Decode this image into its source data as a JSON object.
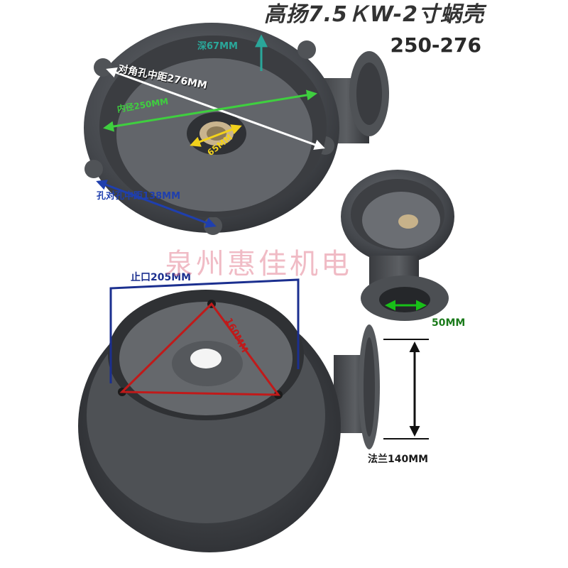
{
  "title": "高扬7.5ＫW-2寸蜗壳",
  "subtitle": "250-276",
  "labels": {
    "depth": "深67MM",
    "diagonal_hole_distance": "对角孔中距276MM",
    "inner_diameter": "内径250MM",
    "bore": "65MM",
    "hole_distance": "孔对孔中距138MM",
    "spigot": "止口205MM",
    "triangle": "160MM",
    "outlet": "50MM",
    "flange": "法兰140MM"
  },
  "watermark": "泉州惠佳机电",
  "colors": {
    "casting": "#4a4d52",
    "depth_arrow": "#2aa79a",
    "diagonal_line": "#ffffff",
    "inner_line": "#3fcf3f",
    "bore_arrow": "#f2d21c",
    "hole_line": "#1f3fae",
    "spigot_line": "#1b2f8f",
    "triangle": "#c01a1a",
    "outlet_arrow": "#18c018",
    "flange_line": "#111111"
  }
}
